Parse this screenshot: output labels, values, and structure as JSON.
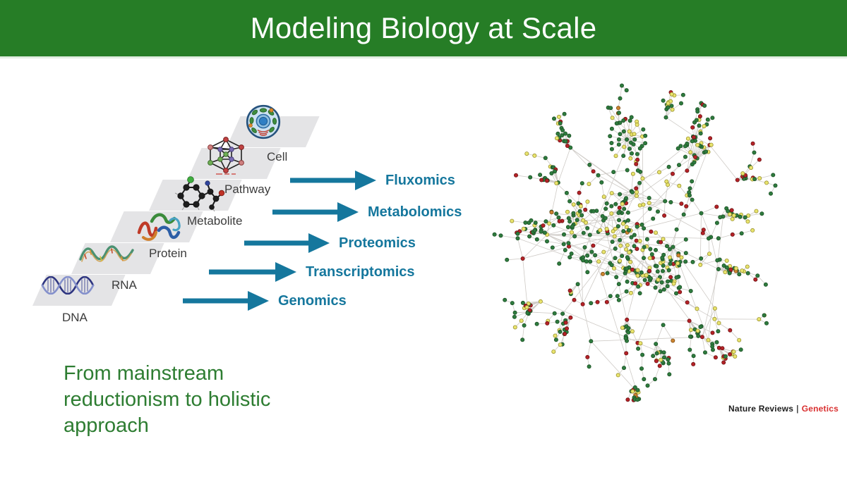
{
  "slide": {
    "title": "Modeling Biology at Scale",
    "header_bg": "#267d26",
    "background": "#ffffff"
  },
  "ladder": {
    "tile_color": "#e4e4e6",
    "label_color": "#3c3c3c",
    "levels": [
      {
        "label": "DNA",
        "icon": "dna-icon"
      },
      {
        "label": "RNA",
        "icon": "rna-icon"
      },
      {
        "label": "Protein",
        "icon": "protein-icon"
      },
      {
        "label": "Metabolite",
        "icon": "metabolite-icon"
      },
      {
        "label": "Pathway",
        "icon": "pathway-icon"
      },
      {
        "label": "Cell",
        "icon": "cell-icon"
      }
    ]
  },
  "omics": {
    "labels": [
      "Genomics",
      "Transcriptomics",
      "Proteomics",
      "Metabolomics",
      "Fluxomics"
    ],
    "arrow_color": "#15779d",
    "label_color": "#15779d"
  },
  "tagline": {
    "text": "From mainstream reductionism to holistic approach",
    "color": "#2e7d32"
  },
  "network": {
    "caption_left": "Nature Reviews",
    "caption_sep": "|",
    "caption_right": "Genetics",
    "caption_right_color": "#d92f2f",
    "edge_color": "#c9c5c0",
    "node_colors": {
      "green": "#2e7b3e",
      "red": "#b52227",
      "yellow": "#e9e46e",
      "orange": "#cd8530"
    },
    "node_strokes": {
      "green": "#1d5226",
      "red": "#6e1214",
      "yellow": "#9a922f",
      "orange": "#7c4a12"
    },
    "color_weights": {
      "green": 0.57,
      "red": 0.17,
      "yellow": 0.24,
      "orange": 0.02
    },
    "node_count_approx": 660,
    "seed": 11
  }
}
